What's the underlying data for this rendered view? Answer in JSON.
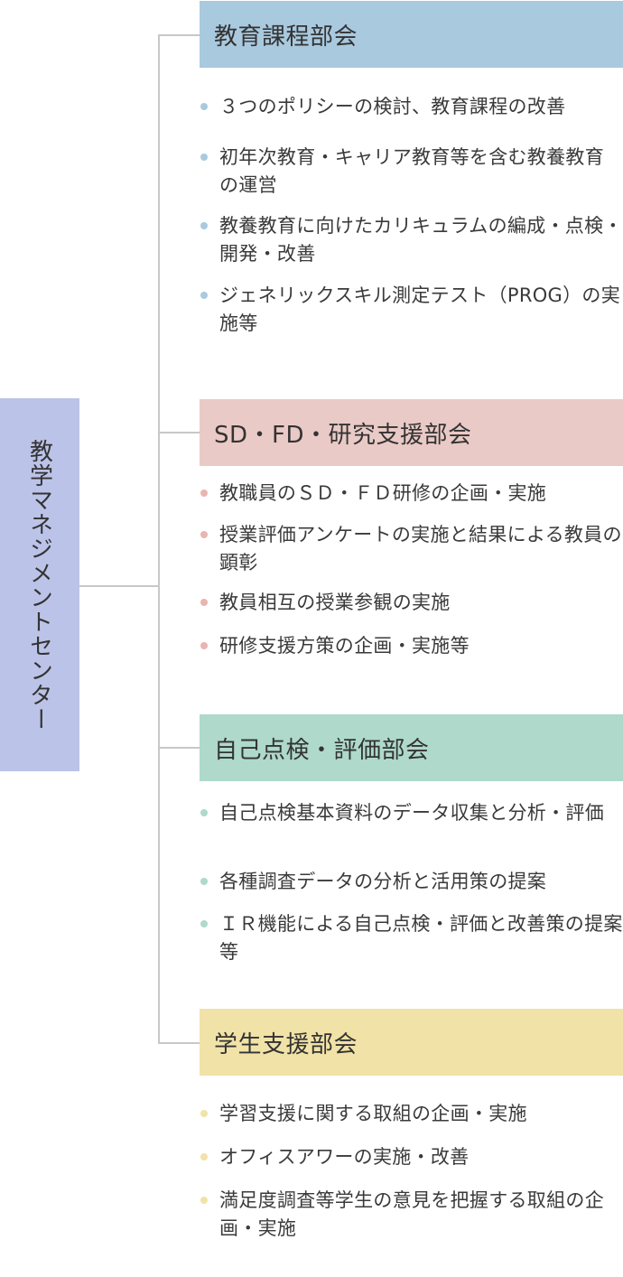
{
  "center": {
    "label": "教学マネジメントセンター",
    "color": "#bcc3e8"
  },
  "departments": [
    {
      "title": "教育課程部会",
      "header_color": "#a9c9de",
      "bullet_color": "#a9c9de",
      "items": [
        "３つのポリシーの検討、教育課程の改善",
        "初年次教育・キャリア教育等を含む教養教育の運営",
        "教養教育に向けたカリキュラムの編成・点検・開発・改善",
        "ジェネリックスキル測定テスト（PROG）の実施等"
      ]
    },
    {
      "title": "SD・FD・研究支援部会",
      "header_color": "#eacac6",
      "bullet_color": "#e8b5b0",
      "items": [
        "教職員のＳＤ・ＦＤ研修の企画・実施",
        "授業評価アンケートの実施と結果による教員の顕彰",
        "教員相互の授業参観の実施",
        "研修支援方策の企画・実施等"
      ]
    },
    {
      "title": "自己点検・評価部会",
      "header_color": "#aed9cb",
      "bullet_color": "#aed9cb",
      "items": [
        "自己点検基本資料のデータ収集と分析・評価",
        "各種調査データの分析と活用策の提案",
        "ＩＲ機能による自己点検・評価と改善策の提案等"
      ]
    },
    {
      "title": "学生支援部会",
      "header_color": "#f1e2a7",
      "bullet_color": "#f1e2a7",
      "items": [
        "学習支援に関する取組の企画・実施",
        "オフィスアワーの実施・改善",
        "満足度調査等学生の意見を把握する取組の企画・実施"
      ]
    }
  ]
}
